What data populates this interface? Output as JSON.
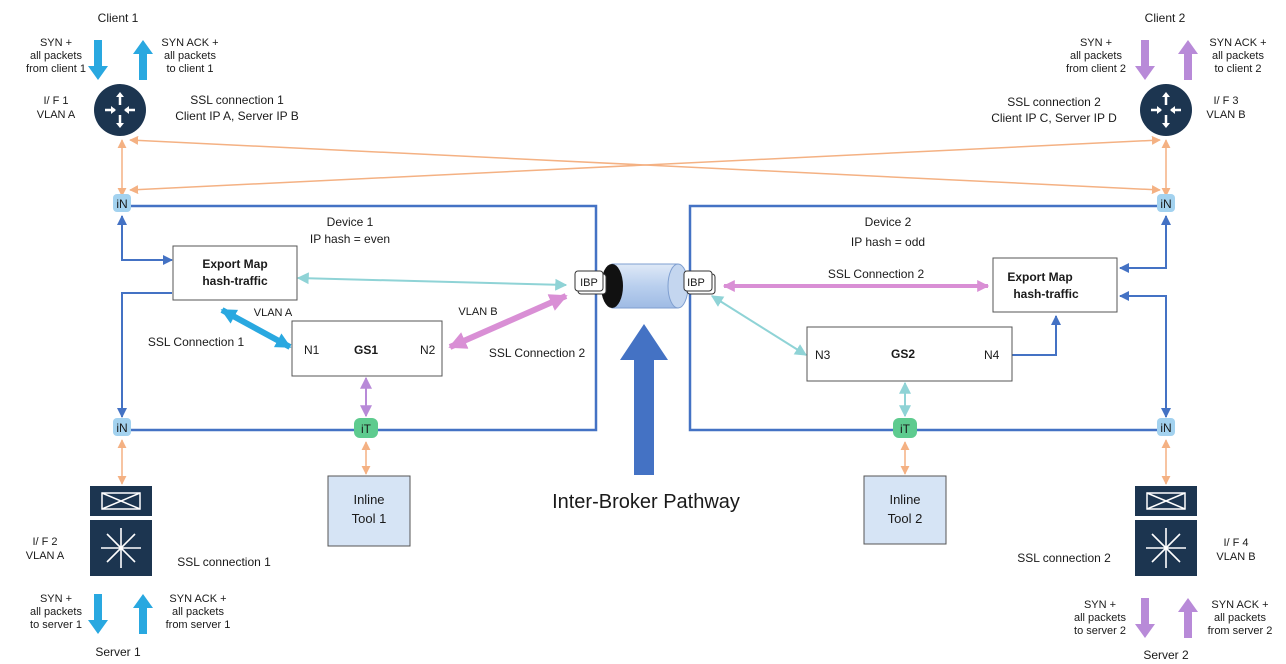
{
  "client1": {
    "title": "Client 1",
    "syn": [
      "SYN +",
      "all packets",
      "from client 1"
    ],
    "synack": [
      "SYN ACK +",
      "all packets",
      "to client 1"
    ],
    "if_lines": [
      "I/ F 1",
      "VLAN A"
    ],
    "ssl_lines": [
      "SSL connection 1",
      "Client IP A, Server IP B"
    ]
  },
  "client2": {
    "title": "Client 2",
    "syn": [
      "SYN +",
      "all packets",
      "from client 2"
    ],
    "synack": [
      "SYN ACK +",
      "all packets",
      "to client 2"
    ],
    "if_lines": [
      "I/ F 3",
      "VLAN B"
    ],
    "ssl_lines": [
      "SSL connection 2",
      "Client IP C, Server IP D"
    ]
  },
  "server1": {
    "title": "Server 1",
    "syn": [
      "SYN +",
      "all packets",
      "to server 1"
    ],
    "synack": [
      "SYN ACK +",
      "all packets",
      "from server 1"
    ],
    "if_lines": [
      "I/ F 2",
      "VLAN A"
    ],
    "ssl": "SSL connection 1"
  },
  "server2": {
    "title": "Server 2",
    "syn": [
      "SYN +",
      "all packets",
      "to server 2"
    ],
    "synack": [
      "SYN ACK +",
      "all packets",
      "from server 2"
    ],
    "if_lines": [
      "I/ F 4",
      "VLAN B"
    ],
    "ssl": "SSL connection 2"
  },
  "device1": {
    "title": "Device 1",
    "hash": "IP hash = even",
    "export_map": [
      "Export Map",
      "hash-traffic"
    ],
    "gs": "GS1",
    "n_left": "N1",
    "n_right": "N2",
    "vlan_a": "VLAN A",
    "vlan_b": "VLAN B",
    "ssl_left": "SSL Connection 1",
    "ssl_right": "SSL Connection 2",
    "tool": [
      "Inline",
      "Tool 1"
    ]
  },
  "device2": {
    "title": "Device 2",
    "hash": "IP hash = odd",
    "export_map": [
      "Export Map",
      "hash-traffic"
    ],
    "gs": "GS2",
    "n_left": "N3",
    "n_right": "N4",
    "ssl": "SSL Connection 2",
    "tool": [
      "Inline",
      "Tool 2"
    ]
  },
  "ibp_left": "IBP",
  "ibp_right": "IBP",
  "port_network": "iN",
  "port_tool": "iT",
  "pathway_label": "Inter-Broker Pathway",
  "colors": {
    "device_border": "#4472c4",
    "orange": "#f4b183",
    "teal": "#8fd3d6",
    "pink": "#d98fd5",
    "blue_thick": "#29a8e0",
    "purple_arrow": "#b88ad8",
    "router": "#1c3550",
    "tool_fill": "#d6e4f5",
    "pathway": "#4472c4"
  }
}
